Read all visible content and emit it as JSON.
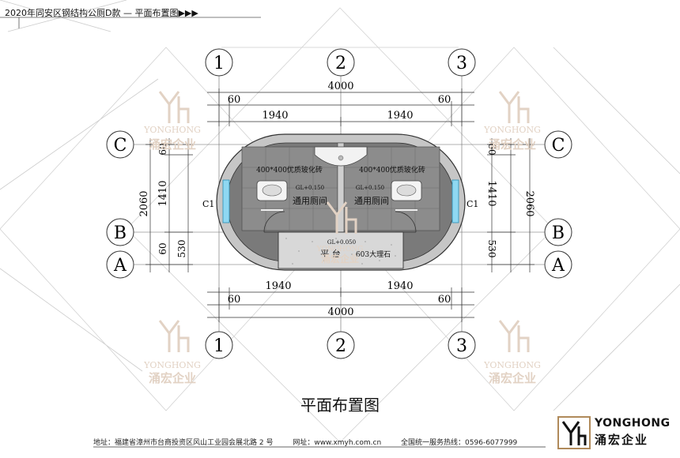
{
  "header": {
    "title": "2020年同安区钢结构公厕D款 — 平面布置图▶▶▶"
  },
  "axes": {
    "columns": [
      "1",
      "2",
      "3"
    ],
    "rows": [
      "C",
      "B",
      "A"
    ]
  },
  "dimensions": {
    "total_width": "4000",
    "bay_width": "1940",
    "edge_offset": "60",
    "height_total": "2060",
    "room_depth": "1410",
    "wall_offset": "60",
    "platform_depth": "530"
  },
  "rooms": {
    "floor_material": "400*400优质玻化砖",
    "floor_level": "GL+0.150",
    "room_name": "通用厕间",
    "window_tag": "C1"
  },
  "platform": {
    "level": "GL+0.050",
    "label": "平 台",
    "material": "603大理石"
  },
  "caption": "平面布置图",
  "watermark": {
    "en": "YONGHONG",
    "zh": "涌宏企业"
  },
  "footer": {
    "address": "地址：福建省漳州市台商投资区风山工业园会展北路 2 号",
    "website": "网址：www.xmyh.com.cn",
    "hotline": "全国统一服务热线：0596-6077999"
  },
  "brand": {
    "en": "YONGHONG",
    "zh": "涌宏企业"
  }
}
